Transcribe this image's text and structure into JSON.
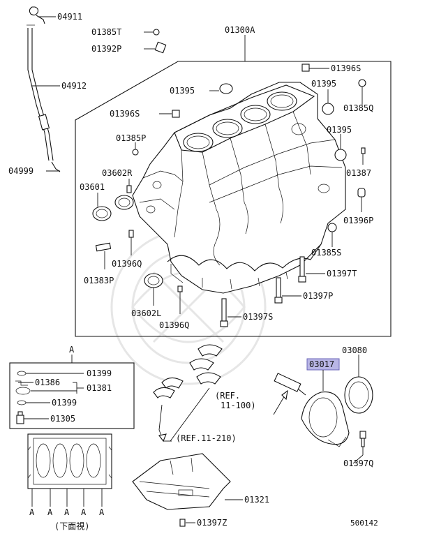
{
  "diagram_id": "500142",
  "main_assembly": "01300A",
  "highlighted_part": "03017",
  "detail_ref": "A",
  "bottom_view_caption": "(下面視)",
  "bottom_view_markers": [
    "A",
    "A",
    "A",
    "A",
    "A"
  ],
  "references": [
    "(REF.",
    "11-100)",
    "(REF.11-210)"
  ],
  "parts": {
    "p04911": "04911",
    "p01385T": "01385T",
    "p01392P": "01392P",
    "p04912": "04912",
    "p04999": "04999",
    "p01396S_top": "01396S",
    "p01395_a": "01395",
    "p01395_b": "01395",
    "p01385Q": "01385Q",
    "p01396S_left": "01396S",
    "p01385P": "01385P",
    "p01395_c": "01395",
    "p01387": "01387",
    "p03602R": "03602R",
    "p03601": "03601",
    "p01396P": "01396P",
    "p01396Q_a": "01396Q",
    "p01385S": "01385S",
    "p01383P": "01383P",
    "p01397T": "01397T",
    "p01397P": "01397P",
    "p03602L": "03602L",
    "p01396Q_b": "01396Q",
    "p01397S": "01397S",
    "p03080": "03080",
    "p03017": "03017",
    "p01397Q": "01397Q",
    "p01321": "01321",
    "p01397Z": "01397Z"
  },
  "detail_a_parts": {
    "d01399_a": "01399",
    "d01386": "01386",
    "d01381": "01381",
    "d01399_b": "01399",
    "d01305": "01305"
  },
  "colors": {
    "highlight": "#b9b6e6",
    "ink": "#111111",
    "watermark": "#e6e6e6"
  }
}
